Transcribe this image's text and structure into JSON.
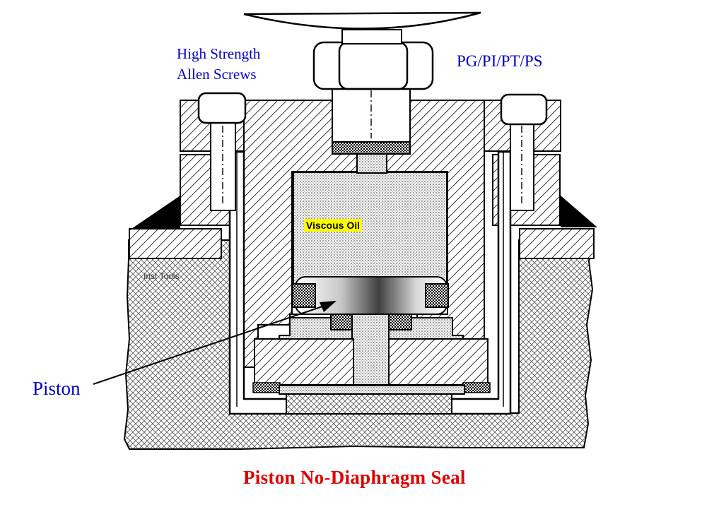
{
  "labels": {
    "screws_line1": "High Strength",
    "screws_line2": "Allen Screws",
    "gauge_types": "PG/PI/PT/PS",
    "viscous_oil": "Viscous Oil",
    "watermark": "Inst Tools",
    "piston": "Piston",
    "title": "Piston No-Diaphragm Seal"
  },
  "colors": {
    "label_blue": "#0000cc",
    "title_red": "#e00000",
    "highlight_yellow": "#ffff00"
  }
}
